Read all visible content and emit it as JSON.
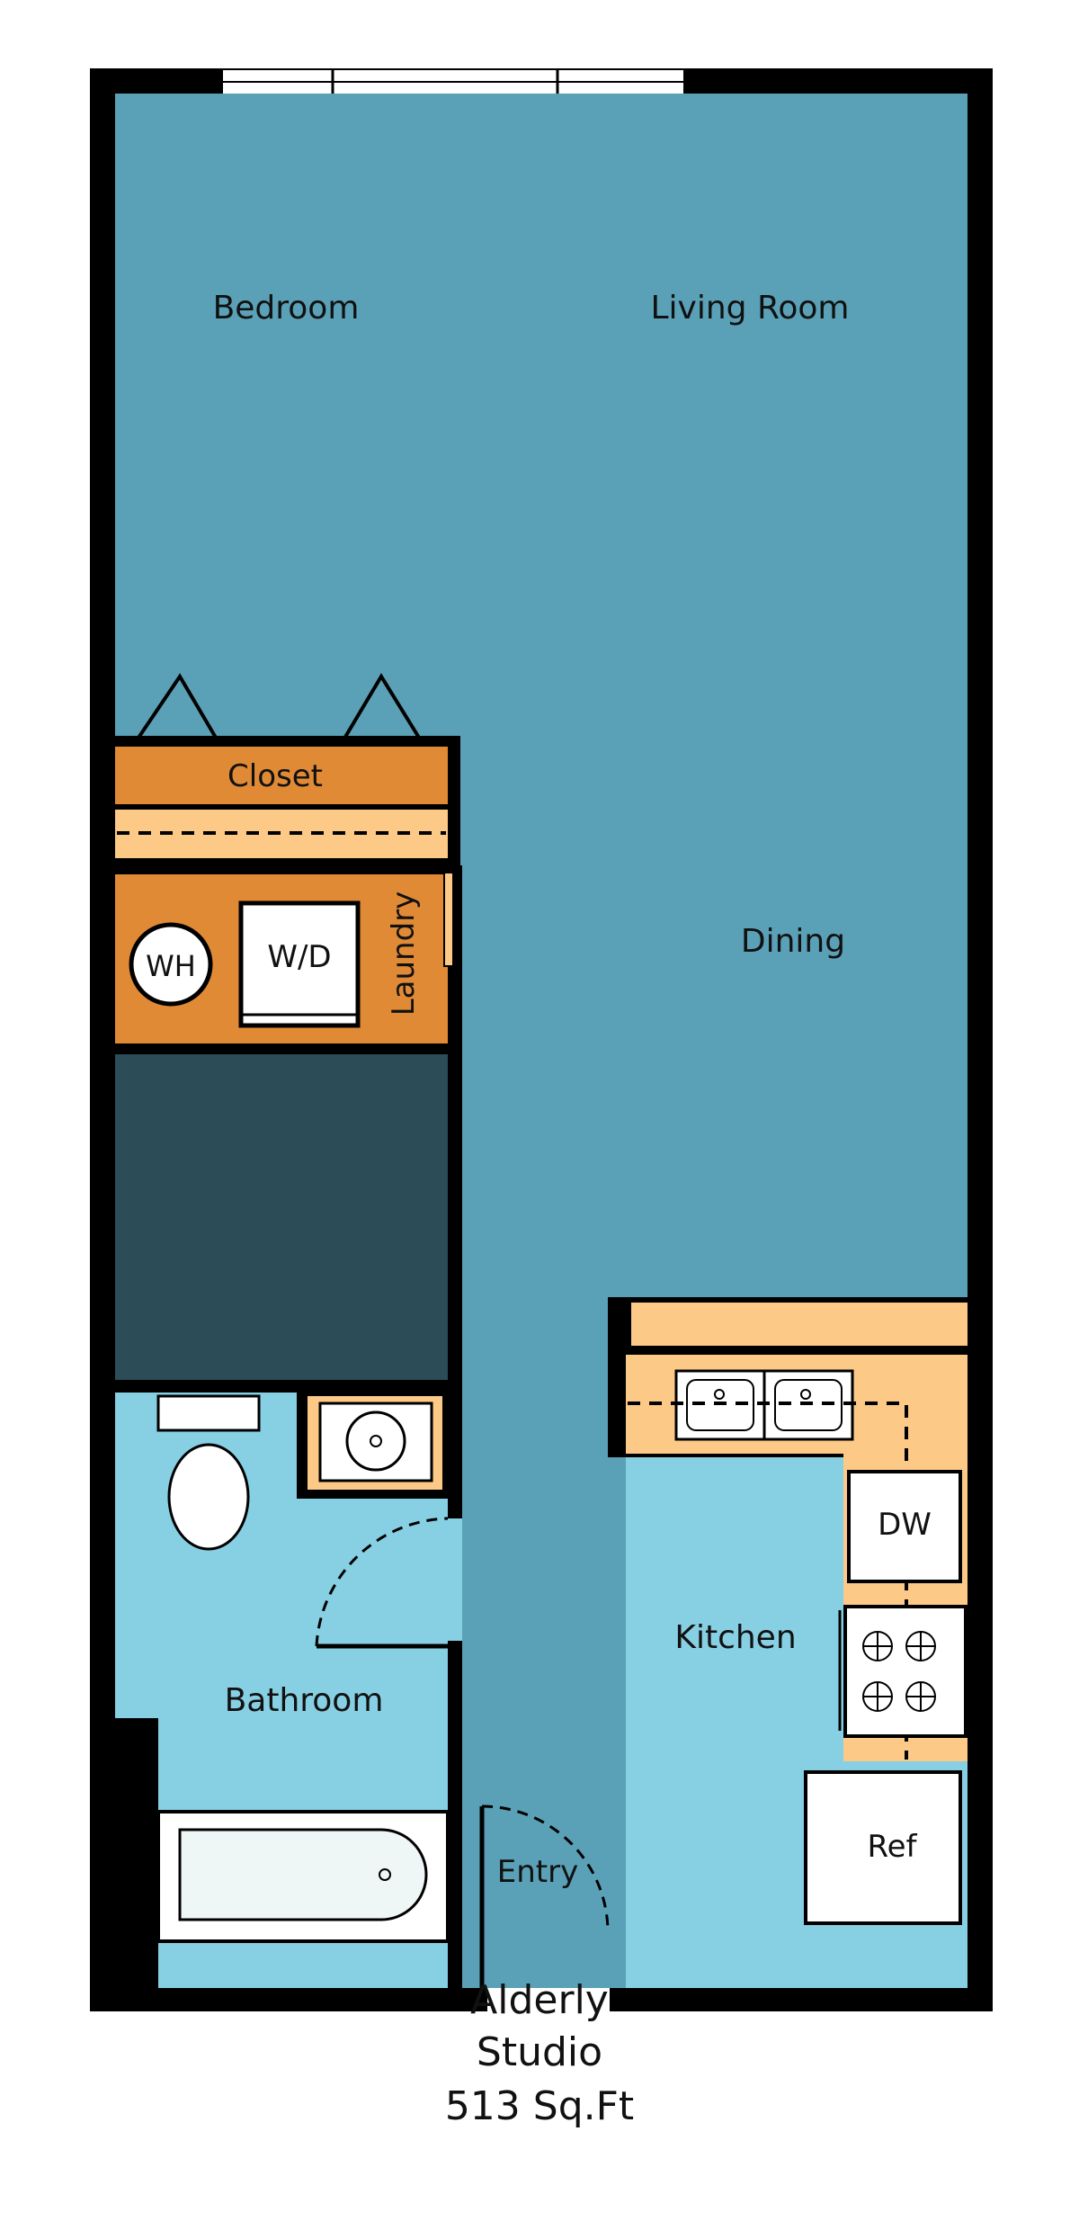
{
  "plan": {
    "rooms": {
      "bedroom": "Bedroom",
      "living_room": "Living Room",
      "closet": "Closet",
      "laundry": "Laundry",
      "dining": "Dining",
      "kitchen": "Kitchen",
      "bathroom": "Bathroom",
      "entry": "Entry"
    },
    "fixtures": {
      "water_heater": "WH",
      "washer_dryer": "W/D",
      "dishwasher": "DW",
      "refrigerator": "Ref"
    },
    "caption": {
      "name": "Alderly",
      "unit_type": "Studio",
      "area": "513 Sq.Ft"
    },
    "colors": {
      "main_floor": "#5aa1b7",
      "wet_floor": "#87cfe3",
      "dark_block": "#2c4d57",
      "closet_orange": "#e08a36",
      "counter": "#fcc987",
      "wall": "#000000"
    }
  }
}
